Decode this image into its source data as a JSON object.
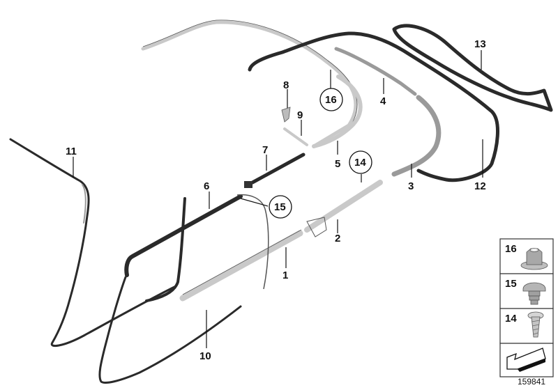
{
  "callouts": {
    "c1": "1",
    "c2": "2",
    "c3": "3",
    "c4": "4",
    "c5": "5",
    "c6": "6",
    "c7": "7",
    "c8": "8",
    "c9": "9",
    "c10": "10",
    "c11": "11",
    "c12": "12",
    "c13": "13"
  },
  "circled": {
    "c14": "14",
    "c15": "15",
    "c16": "16"
  },
  "legend": {
    "l16": "16",
    "l15": "15",
    "l14": "14"
  },
  "image_id": "159841",
  "icons": {
    "nut": "clip-nut-icon",
    "expanding_rivet": "expanding-rivet-icon",
    "screw": "screw-icon",
    "arrow": "arrow-icon"
  },
  "colors": {
    "dark_seal": "#2a2a2a",
    "grey_trim": "#9a9a9a",
    "light_trim": "#c9c9c9"
  }
}
